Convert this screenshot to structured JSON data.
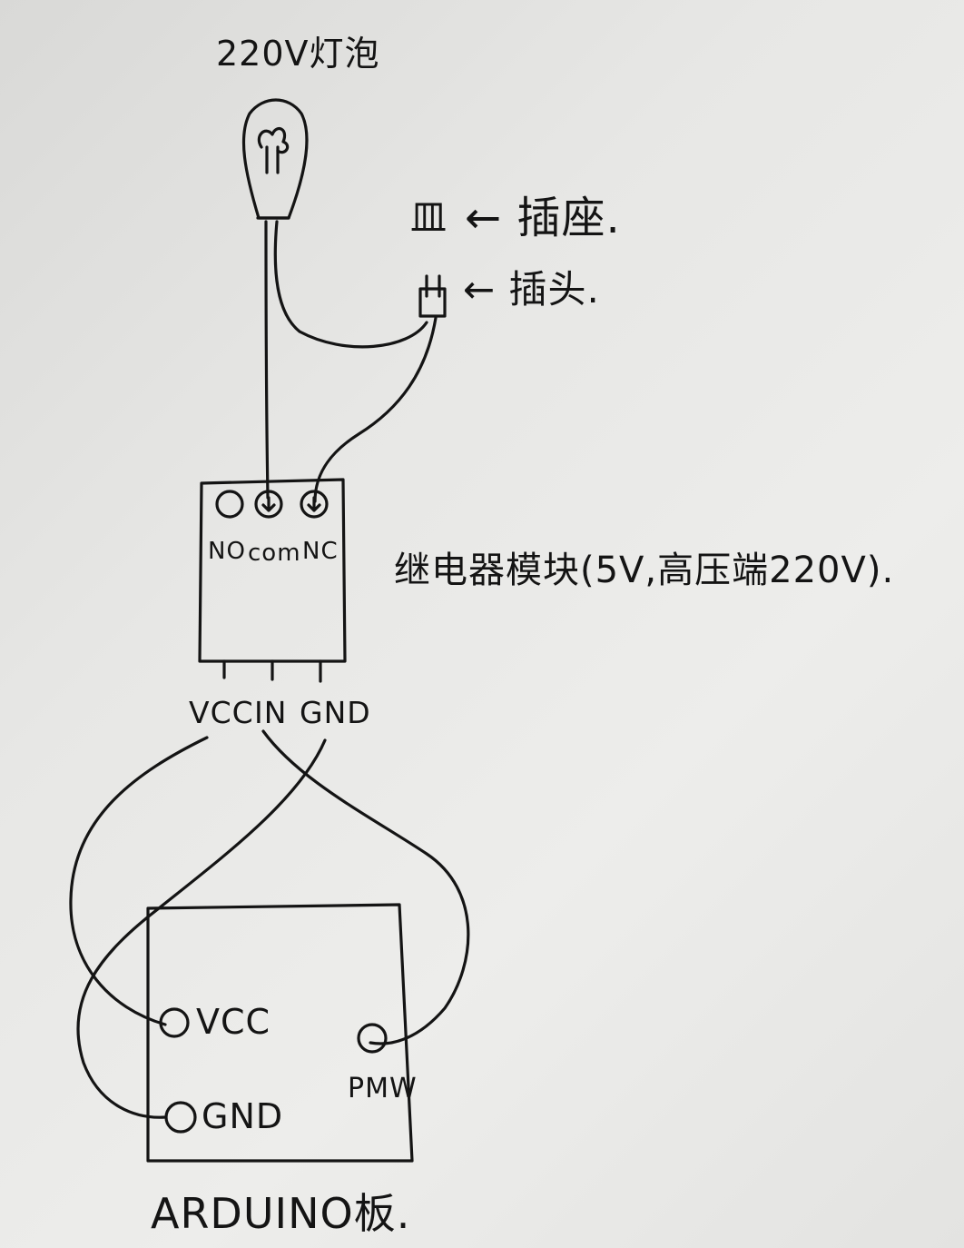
{
  "title": "220V灯泡",
  "socket": {
    "glyph": "皿",
    "label": "← 插座."
  },
  "plug": {
    "label": "← 插头."
  },
  "relay": {
    "top_terminals": [
      "NO",
      "com",
      "NC"
    ],
    "caption": "继电器模块(5V,高压端220V).",
    "pins": [
      "VCC",
      "IN",
      "GND"
    ]
  },
  "arduino": {
    "pins": {
      "vcc": "VCC",
      "gnd": "GND",
      "pwm": "PMW"
    },
    "caption": "ARDUINO板."
  }
}
